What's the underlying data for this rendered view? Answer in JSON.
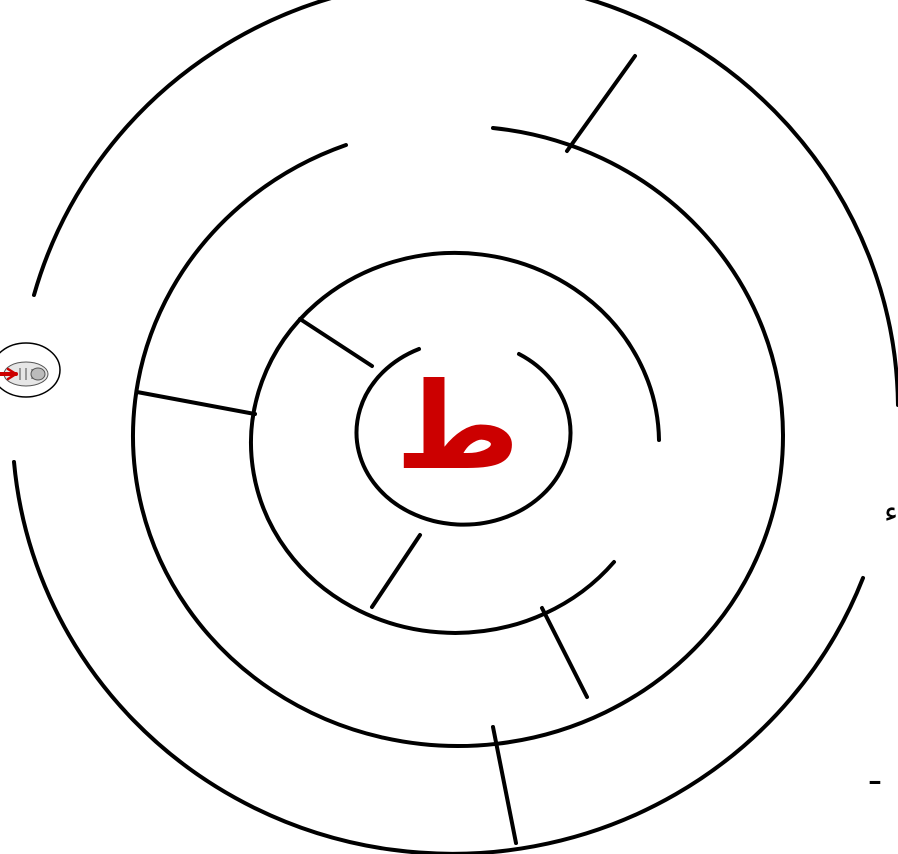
{
  "maze": {
    "goal_letter": "ط",
    "goal_color": "#cc0000",
    "wall_color": "#000000",
    "player_icon": "mouse-icon",
    "player_accent": "#cc0000",
    "edge_text_1": "ء",
    "edge_text_2": "ـ"
  }
}
